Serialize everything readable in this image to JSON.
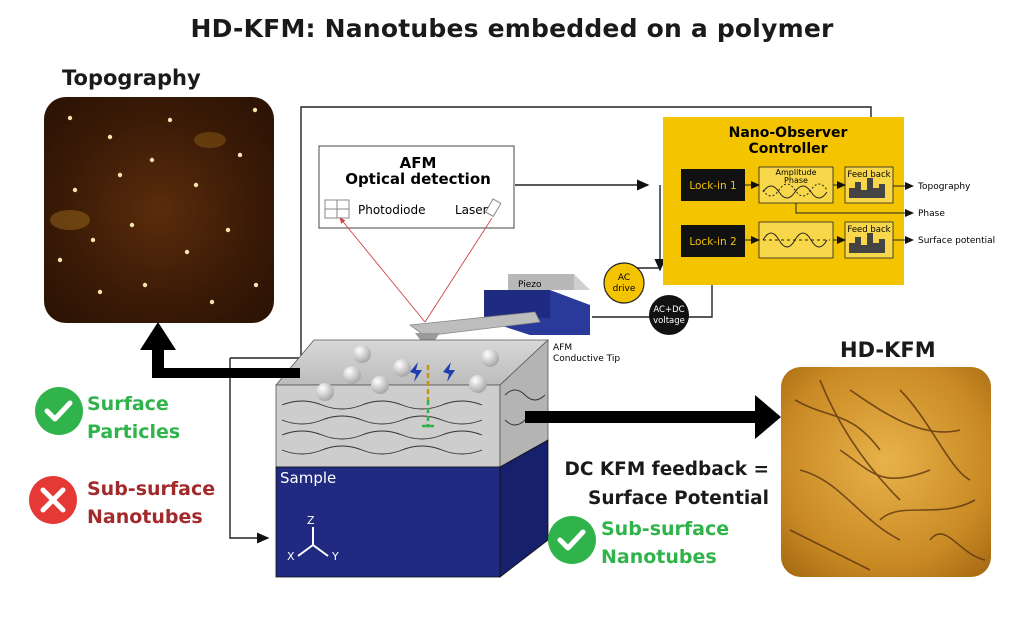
{
  "title": "HD-KFM: Nanotubes embedded on a polymer",
  "topography_label": "Topography",
  "hdkfm_label": "HD-KFM",
  "checklist": {
    "surface_particles": [
      "Surface",
      "Particles"
    ],
    "subsurface_nanotubes": [
      "Sub-surface",
      "Nanotubes"
    ],
    "result_nanotubes": [
      "Sub-surface",
      "Nanotubes"
    ]
  },
  "dc_feedback": [
    "DC KFM feedback =",
    "Surface Potential"
  ],
  "afm_box": {
    "title_line1": "AFM",
    "title_line2": "Optical detection",
    "photodiode": "Photodiode",
    "laser": "Laser"
  },
  "controller": {
    "title_line1": "Nano-Observer",
    "title_line2": "Controller",
    "lockin1": "Lock-in 1",
    "lockin2": "Lock-in 2",
    "amp_phase_line1": "Amplitude",
    "amp_phase_line2": "Phase",
    "feedback1": "Feed back",
    "feedback2": "Feed back",
    "out_topography": "Topography",
    "out_phase": "Phase",
    "out_surface_potential": "Surface potential"
  },
  "ac_drive": [
    "AC",
    "drive"
  ],
  "acdc_voltage": [
    "AC+DC",
    "voltage"
  ],
  "piezo": "Piezo",
  "tip_label": [
    "AFM",
    "Conductive Tip"
  ],
  "sample_label": "Sample",
  "axes": {
    "z": "Z",
    "x": "X",
    "y": "Y"
  },
  "colors": {
    "accent_yellow": "#f5c400",
    "check_green": "#2fb34a",
    "cross_red": "#e53935",
    "sample_blue": "#1f2a80"
  }
}
